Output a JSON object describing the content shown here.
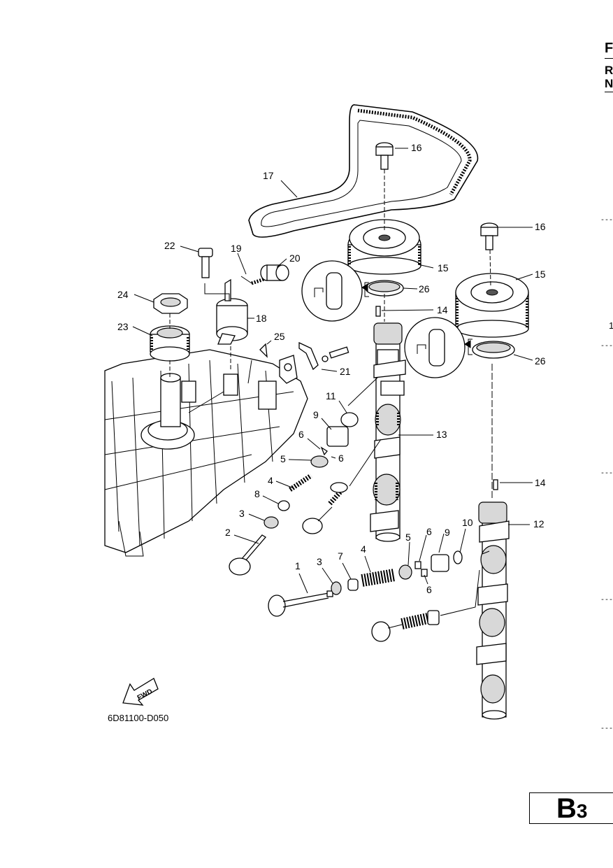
{
  "header_fragment": {
    "letter_1": "F",
    "letter_2": "R",
    "letter_3": "N"
  },
  "side_fragment": {
    "digit": "1"
  },
  "drawing_code": "6D81100-D050",
  "fwd_label": "FWD",
  "section": {
    "letter": "B",
    "number": "3"
  },
  "callouts": [
    {
      "id": "c16a",
      "text": "16"
    },
    {
      "id": "c17",
      "text": "17"
    },
    {
      "id": "c16b",
      "text": "16"
    },
    {
      "id": "c22",
      "text": "22"
    },
    {
      "id": "c19",
      "text": "19"
    },
    {
      "id": "c20",
      "text": "20"
    },
    {
      "id": "c15a",
      "text": "15"
    },
    {
      "id": "c15b",
      "text": "15"
    },
    {
      "id": "c24",
      "text": "24"
    },
    {
      "id": "c26a",
      "text": "26"
    },
    {
      "id": "c14a",
      "text": "14"
    },
    {
      "id": "c18",
      "text": "18"
    },
    {
      "id": "c23",
      "text": "23"
    },
    {
      "id": "c25",
      "text": "25"
    },
    {
      "id": "c26b",
      "text": "26"
    },
    {
      "id": "c21",
      "text": "21"
    },
    {
      "id": "c11",
      "text": "11"
    },
    {
      "id": "c9a",
      "text": "9"
    },
    {
      "id": "c13",
      "text": "13"
    },
    {
      "id": "c6a",
      "text": "6"
    },
    {
      "id": "c5a",
      "text": "5"
    },
    {
      "id": "c6b",
      "text": "6"
    },
    {
      "id": "c4a",
      "text": "4"
    },
    {
      "id": "c14b",
      "text": "14"
    },
    {
      "id": "c8",
      "text": "8"
    },
    {
      "id": "c3a",
      "text": "3"
    },
    {
      "id": "c10",
      "text": "10"
    },
    {
      "id": "c12",
      "text": "12"
    },
    {
      "id": "c9b",
      "text": "9"
    },
    {
      "id": "c2",
      "text": "2"
    },
    {
      "id": "c5b",
      "text": "5"
    },
    {
      "id": "c6c",
      "text": "6"
    },
    {
      "id": "c1",
      "text": "1"
    },
    {
      "id": "c3b",
      "text": "3"
    },
    {
      "id": "c7",
      "text": "7"
    },
    {
      "id": "c4b",
      "text": "4"
    },
    {
      "id": "c6d",
      "text": "6"
    }
  ]
}
